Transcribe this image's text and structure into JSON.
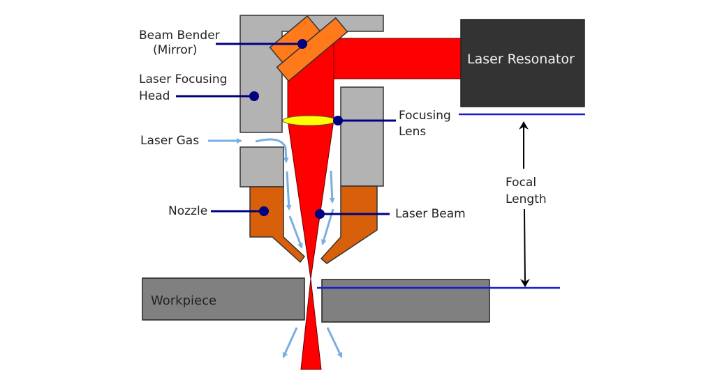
{
  "diagram": {
    "title": "Laser Cutting Head Diagram",
    "labels": {
      "beam_bender_line1": "Beam Bender",
      "beam_bender_line2": "(Mirror)",
      "focusing_head_line1": "Laser Focusing",
      "focusing_head_line2": "Head",
      "laser_gas": "Laser Gas",
      "nozzle": "Nozzle",
      "focusing_lens_line1": "Focusing",
      "focusing_lens_line2": "Lens",
      "laser_beam": "Laser Beam",
      "laser_resonator": "Laser Resonator",
      "focal_length_line1": "Focal",
      "focal_length_line2": "Length",
      "workpiece": "Workpiece"
    },
    "colors": {
      "housing": "#b3b3b3",
      "mirror": "#ff7a1a",
      "beam": "#ff0000",
      "lens": "#ffff00",
      "nozzle": "#d9600a",
      "resonator": "#333333",
      "workpiece": "#808080",
      "leader": "#000080",
      "gas_flow": "#7aaee0",
      "focal_marker": "#1a1acc"
    }
  }
}
